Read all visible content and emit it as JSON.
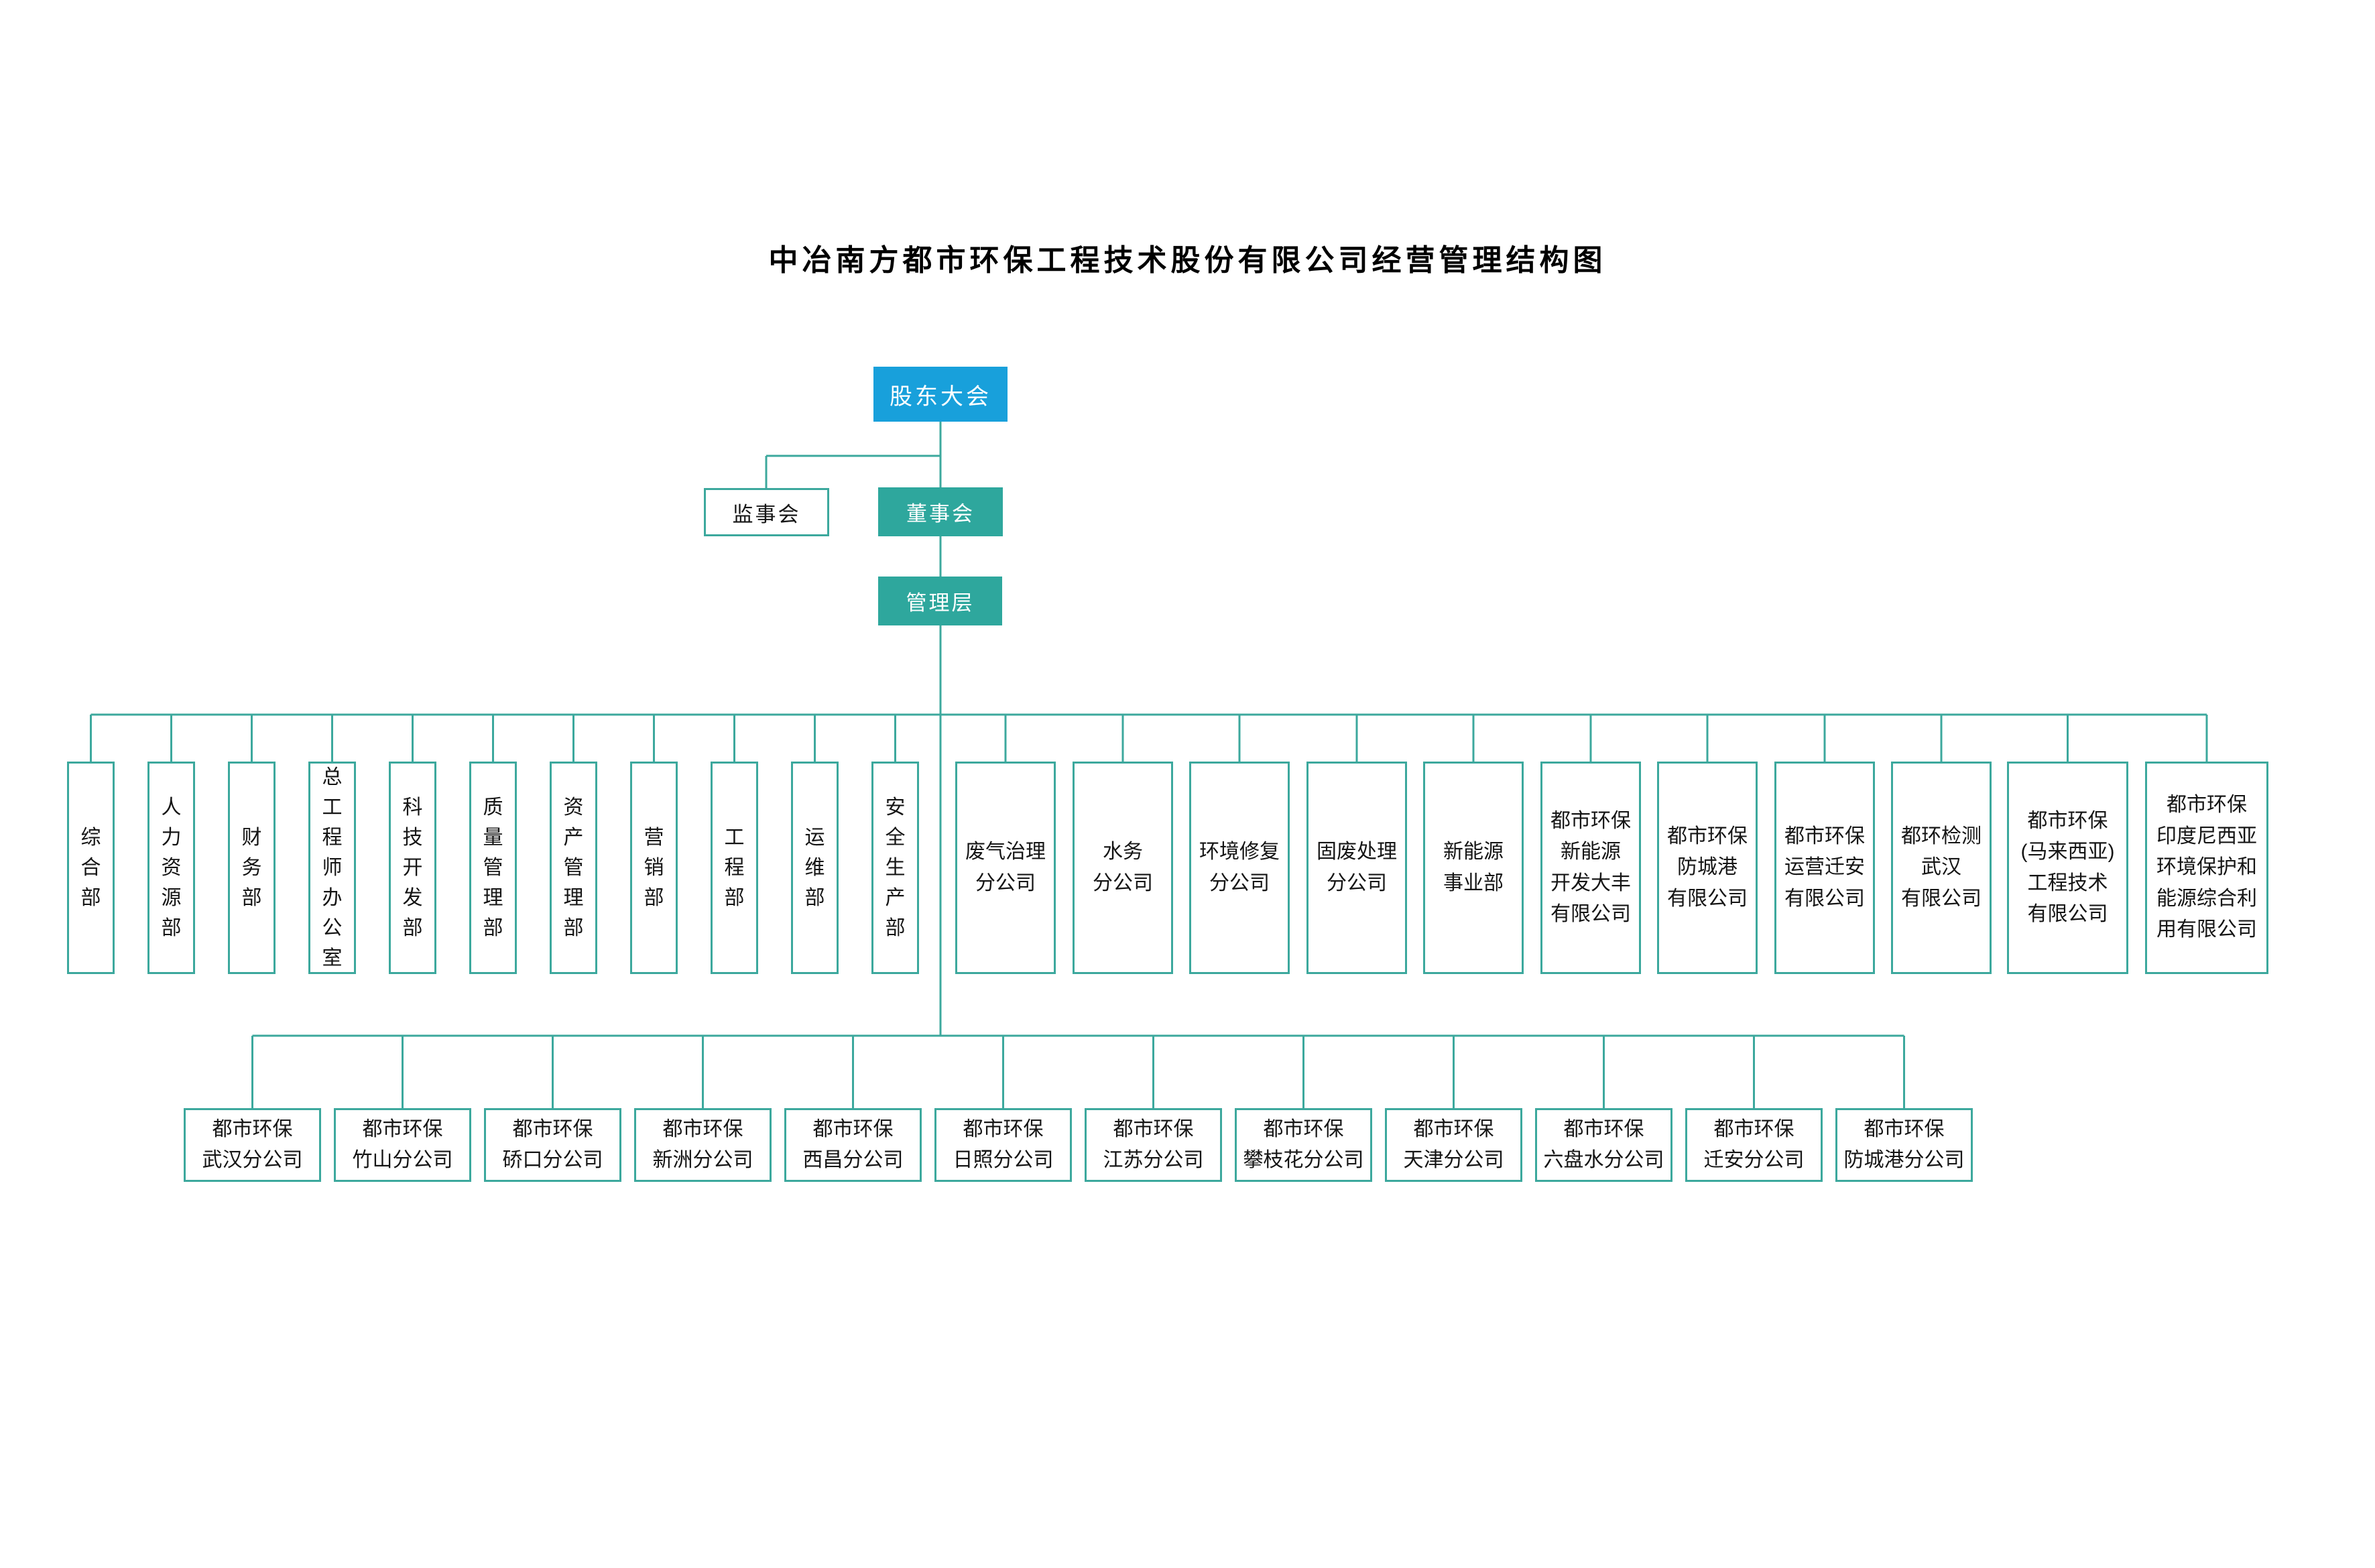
{
  "title": "中冶南方都市环保工程技术股份有限公司经营管理结构图",
  "colors": {
    "header_blue": "#18a0db",
    "node_teal": "#2ea79d",
    "line_teal": "#3ca89d",
    "text": "#151515",
    "background": "#ffffff"
  },
  "top": {
    "shareholders": "股东大会",
    "supervisors": "监事会",
    "directors": "董事会",
    "management": "管理层"
  },
  "departments": [
    "综合部",
    "人力资源部",
    "财务部",
    "总工程师办公室",
    "科技开发部",
    "质量管理部",
    "资产管理部",
    "营销部",
    "工程部",
    "运维部",
    "安全生产部"
  ],
  "subsidiaries": [
    "废气治理\n分公司",
    "水务\n分公司",
    "环境修复\n分公司",
    "固废处理\n分公司",
    "新能源\n事业部",
    "都市环保\n新能源\n开发大丰\n有限公司",
    "都市环保\n防城港\n有限公司",
    "都市环保\n运营迁安\n有限公司",
    "都环检测\n武汉\n有限公司",
    "都市环保\n(马来西亚)\n工程技术\n有限公司",
    "都市环保\n印度尼西亚\n环境保护和\n能源综合利\n用有限公司"
  ],
  "branches": [
    "都市环保\n武汉分公司",
    "都市环保\n竹山分公司",
    "都市环保\n硚口分公司",
    "都市环保\n新洲分公司",
    "都市环保\n西昌分公司",
    "都市环保\n日照分公司",
    "都市环保\n江苏分公司",
    "都市环保\n攀枝花分公司",
    "都市环保\n天津分公司",
    "都市环保\n六盘水分公司",
    "都市环保\n迁安分公司",
    "都市环保\n防城港分公司"
  ]
}
